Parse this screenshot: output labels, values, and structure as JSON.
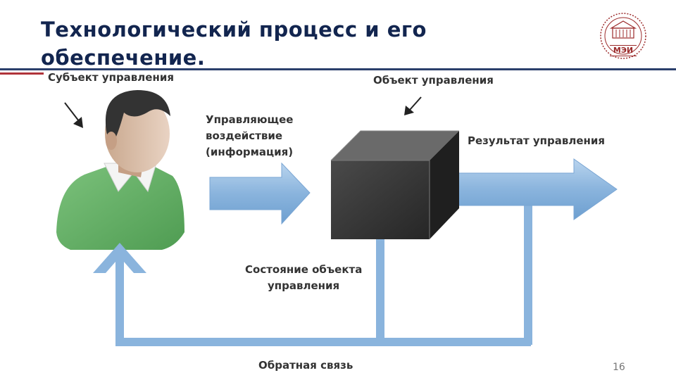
{
  "slide": {
    "title": "Технологический процесс и его обеспечение.",
    "page_number": "16",
    "logo_text": "МЭИ"
  },
  "diagram": {
    "subject_label": "Субъект управления",
    "object_label": "Объект управления",
    "control_action_line1": "Управляющее",
    "control_action_line2": "воздействие",
    "control_action_line3": "(информация)",
    "result_label": "Результат управления",
    "state_line1": "Состояние объекта",
    "state_line2": "управления",
    "feedback_label": "Обратная связь"
  },
  "colors": {
    "title": "#12254f",
    "rule": "#2b3f6b",
    "accent_red": "#b0333a",
    "arrow_blue": "#8ab4dd",
    "cube_dark": "#3a3a3a",
    "shirt_green": "#6cb66c"
  }
}
